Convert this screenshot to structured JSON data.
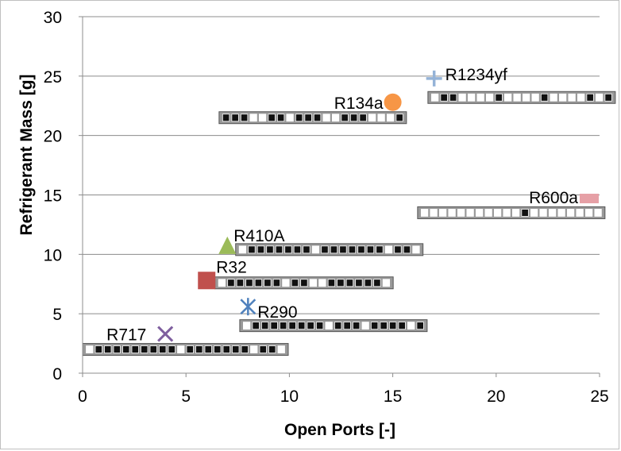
{
  "chart_data": {
    "type": "scatter",
    "title": "",
    "xlabel": "Open Ports [-]",
    "ylabel": "Refrigerant Mass [g]",
    "xlim": [
      0,
      25
    ],
    "ylim": [
      0,
      30
    ],
    "xticks": [
      "0",
      "5",
      "10",
      "15",
      "20",
      "25"
    ],
    "yticks": [
      "0",
      "5",
      "10",
      "15",
      "20",
      "25",
      "30"
    ],
    "grid": "horizontal",
    "series": [
      {
        "name": "R717",
        "x": 4,
        "y": 3.3,
        "marker": "x",
        "color": "#7f5f9f"
      },
      {
        "name": "R290",
        "x": 8,
        "y": 5.6,
        "marker": "asterisk",
        "color": "#4f81bd"
      },
      {
        "name": "R32",
        "x": 6,
        "y": 7.8,
        "marker": "square",
        "color": "#c0504d"
      },
      {
        "name": "R410A",
        "x": 7,
        "y": 10.7,
        "marker": "triangle",
        "color": "#9bbb59"
      },
      {
        "name": "R600a",
        "x": 24.5,
        "y": 14.7,
        "marker": "dash",
        "color": "#e6a0a6"
      },
      {
        "name": "R134a",
        "x": 15,
        "y": 22.8,
        "marker": "circle",
        "color": "#f79646"
      },
      {
        "name": "R1234yf",
        "x": 17,
        "y": 24.8,
        "marker": "plus",
        "color": "#95b3d7"
      }
    ],
    "port_strips": [
      {
        "y": 2.0,
        "ports": "0111111111011111110110"
      },
      {
        "y": 4.0,
        "ports": "01111111101110111101"
      },
      {
        "y": 7.6,
        "ports": "0111111011001111110"
      },
      {
        "y": 10.4,
        "ports": "01111111011111110110"
      },
      {
        "y": 13.5,
        "ports": "00000000000100000000"
      },
      {
        "y": 21.5,
        "ports": "11100110111001110001"
      },
      {
        "y": 23.2,
        "ports": "01100001000010000101"
      }
    ]
  }
}
